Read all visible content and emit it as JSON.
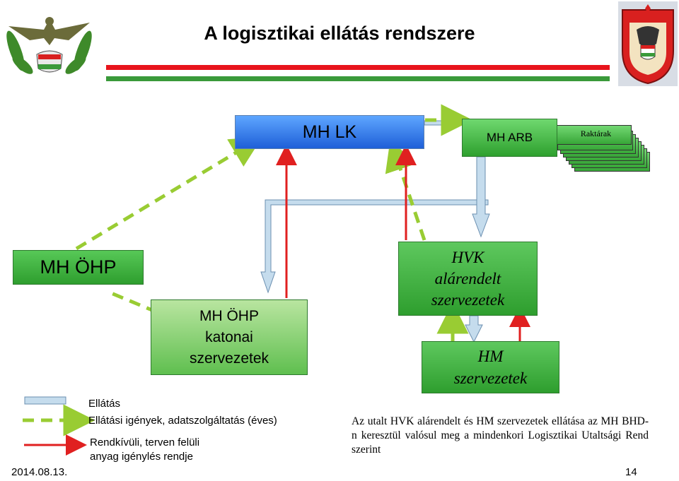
{
  "title": "A logisztikai ellátás rendszere",
  "boxes": {
    "lk": "MH LK",
    "arb": "MH ARB",
    "raktarak": "Raktárak",
    "ohp": "MH ÖHP",
    "ohp_katonai": [
      "MH ÖHP",
      "katonai",
      "szervezetek"
    ],
    "hvk": [
      "HVK",
      "alárendelt",
      "szervezetek"
    ],
    "hm": [
      "HM",
      "szervezetek"
    ]
  },
  "legend": {
    "supply": "Ellátás",
    "requests": "Ellátási igények, adatszolgáltatás (éves)",
    "extraordinary_line1": "Rendkívüli, terven felüli",
    "extraordinary_line2": "anyag igénylés rendje"
  },
  "note": "Az utalt HVK alárendelt és HM szervezetek ellátása az MH BHD-n keresztül valósul meg a mindenkori Logisztikai Utaltsági Rend szerint",
  "footer": {
    "date": "2014.08.13.",
    "page": "14"
  },
  "colors": {
    "supply_arrow": "#c5dced",
    "request_arrow": "#99cc33",
    "extraordinary_arrow": "#e02020",
    "header_red": "#e8141c",
    "header_green": "#3a9a3a"
  }
}
